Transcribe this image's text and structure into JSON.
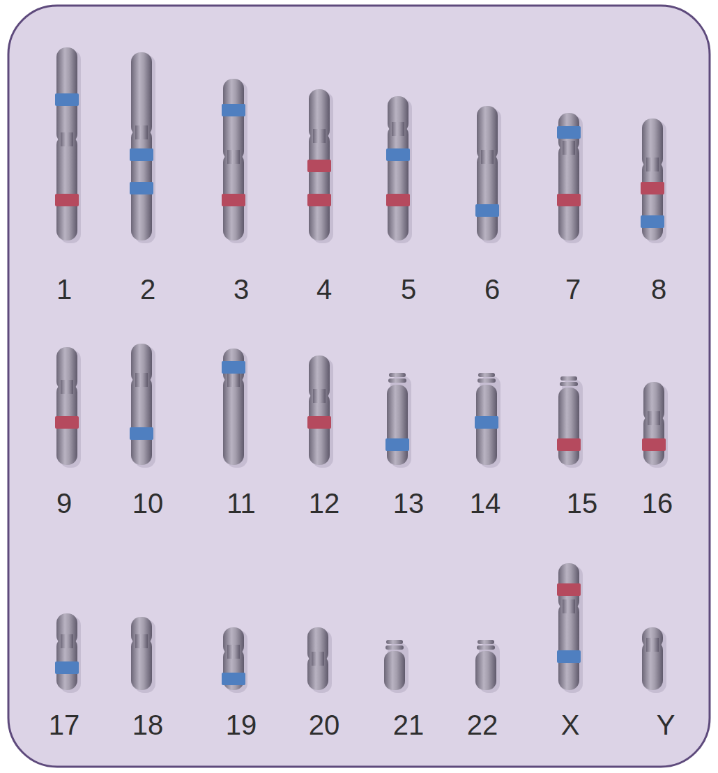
{
  "diagram": {
    "labels": [
      "1",
      "2",
      "3",
      "4",
      "5",
      "6",
      "7",
      "8",
      "9",
      "10",
      "11",
      "12",
      "13",
      "14",
      "15",
      "16",
      "17",
      "18",
      "19",
      "20",
      "21",
      "22",
      "X",
      "Y"
    ]
  }
}
